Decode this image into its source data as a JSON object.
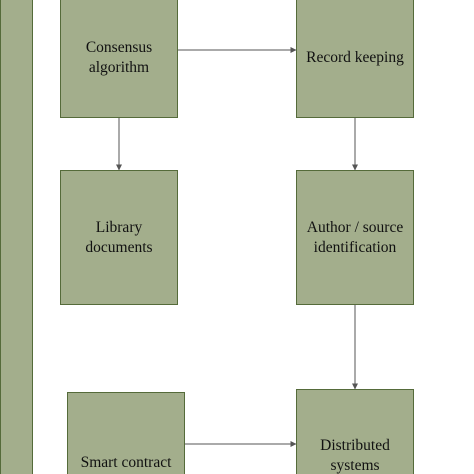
{
  "colors": {
    "box_fill": "#a3ae8c",
    "box_border": "#556b3a",
    "arrow": "#555555"
  },
  "boxes": {
    "consensus": {
      "line1": "Consensus",
      "line2": "algorithm"
    },
    "record": {
      "line1": "Record keeping"
    },
    "library": {
      "line1": "Library",
      "line2": "documents"
    },
    "author": {
      "line1": "Author / source",
      "line2": "identification"
    },
    "smart": {
      "line1": "Smart contract"
    },
    "distributed": {
      "line1": "Distributed",
      "line2": "systems"
    }
  }
}
